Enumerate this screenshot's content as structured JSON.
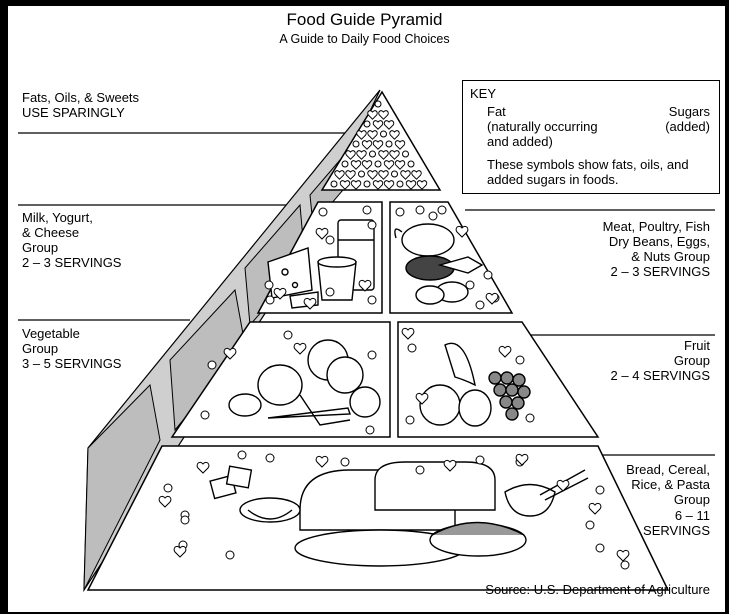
{
  "title": "Food Guide Pyramid",
  "subtitle": "A Guide to Daily Food Choices",
  "key": {
    "heading": "KEY",
    "fat_label": "Fat",
    "fat_note": "(naturally occurring\nand added)",
    "sugar_label": "Sugars",
    "sugar_note": "(added)",
    "description": "These symbols show fats, oils, and\nadded sugars in foods."
  },
  "groups": {
    "fats": {
      "name": "Fats, Oils, & Sweets",
      "servings": "USE SPARINGLY"
    },
    "milk": {
      "name": "Milk, Yogurt,\n& Cheese\nGroup",
      "servings": "2 – 3 SERVINGS"
    },
    "meat": {
      "name": "Meat, Poultry, Fish\nDry Beans, Eggs,\n& Nuts Group",
      "servings": "2 – 3 SERVINGS"
    },
    "vegetable": {
      "name": "Vegetable\nGroup",
      "servings": "3 – 5 SERVINGS"
    },
    "fruit": {
      "name": "Fruit\nGroup",
      "servings": "2 – 4 SERVINGS"
    },
    "bread": {
      "name": "Bread, Cereal,\nRice, & Pasta\nGroup",
      "servings": "6 – 11\nSERVINGS"
    }
  },
  "source": "Source: U.S. Department of Agriculture",
  "icons": {
    "fat": "circle-icon",
    "sugar": "heart-icon"
  }
}
